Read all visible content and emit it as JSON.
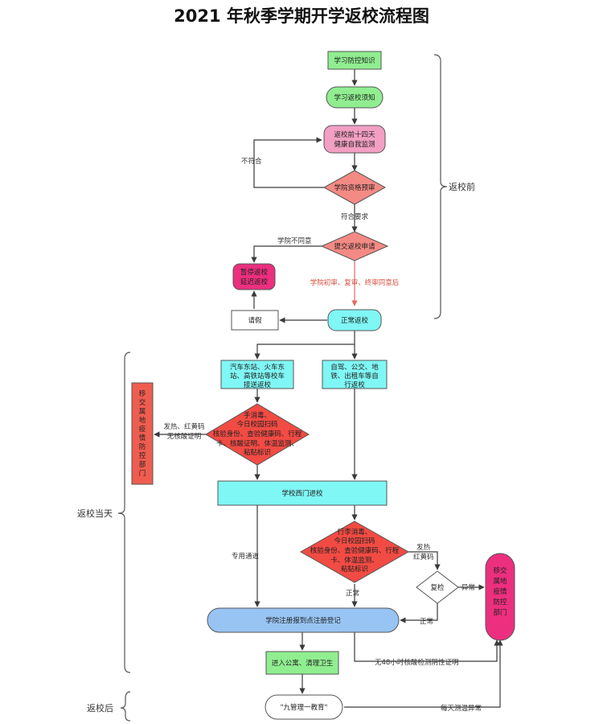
{
  "title": "2021 年秋季学期开学返校流程图",
  "phases": {
    "before": "返校前",
    "day": "返校当天",
    "after": "返校后"
  },
  "nodes": {
    "study_knowledge": "学习防控知识",
    "study_notice": "学习返校须知",
    "monitor": [
      "返校前十四天",
      "健康自我监测"
    ],
    "precheck": "学院资格预审",
    "apply": "提交返校申请",
    "suspend": [
      "暂停返校",
      "延迟返校"
    ],
    "leave": "请假",
    "normal_return": "正常返校",
    "transport_bus": [
      "汽车东站、火车东",
      "站、高铁站等校车",
      "接送返校"
    ],
    "transport_self": [
      "自驾、公交、地",
      "铁、出租车等自",
      "行返校"
    ],
    "transfer_left": [
      "移",
      "交",
      "属",
      "地",
      "疫",
      "情",
      "防",
      "控",
      "部",
      "门"
    ],
    "check1": [
      "手消毒、",
      "今日校园扫码",
      "核验身份、查验健康码、行程",
      "卡、核酸证明、体温监测、",
      "粘贴标识"
    ],
    "west_gate": "学校西门进校",
    "check2": [
      "行李消毒、",
      "今日校园扫码",
      "核验身份、查验健康码、行程",
      "卡、体温监测、",
      "粘贴标识"
    ],
    "recheck": "复检",
    "transfer_right": [
      "移交",
      "属地",
      "疫情",
      "防控",
      "部门"
    ],
    "register": "学院注册报到点注册登记",
    "dorm": "进入公寓、清理卫生",
    "education": "\"九管理一教育\""
  },
  "labels": {
    "not_qualified": "不符合",
    "qualified": "符合要求",
    "college_disagree": "学院不同意",
    "review_steps": "学院初审、复审、终审同意后",
    "fever_left": [
      "发热、红黄码",
      "无核酸证明"
    ],
    "fever_right": [
      "发热",
      "红黄码"
    ],
    "normal1": "正常",
    "abnormal": "异常",
    "normal2": "正常",
    "special_channel": "专用通道",
    "no_48h_test": "无48小时核酸检测阴性证明",
    "daily_temp_abnormal": "每天测温异常"
  },
  "colors": {
    "green": "#90ee90",
    "pink": "#f29fc3",
    "salmon": "#f48a84",
    "magenta": "#ec2f7f",
    "cyan": "#7ff7f5",
    "blue": "#97c4f3",
    "red_box": "#ef5d50",
    "red_diamond": "#f24b43",
    "red_text": "#d84a3a",
    "line": "#3a3a3a"
  }
}
